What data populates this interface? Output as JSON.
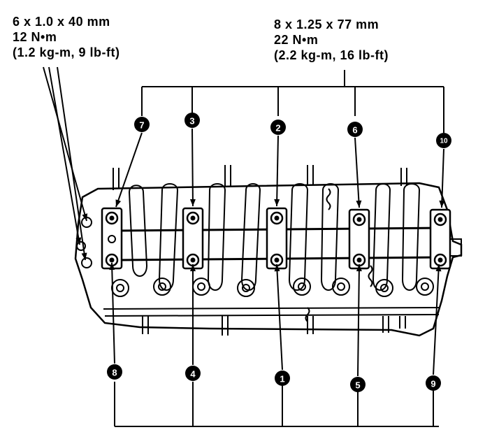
{
  "specs": {
    "small_bolt": {
      "size": "6 x 1.0 x 40 mm",
      "torque": "12 N•m",
      "torque_alt": "(1.2 kg-m, 9 lb-ft)"
    },
    "large_bolt": {
      "size": "8 x 1.25 x 77 mm",
      "torque": "22 N•m",
      "torque_alt": "(2.2 kg-m, 16 lb-ft)"
    }
  },
  "tightening_sequence": [
    "1",
    "2",
    "3",
    "4",
    "5",
    "6",
    "7",
    "8",
    "9",
    "10"
  ],
  "colors": {
    "ink": "#000000",
    "paper": "#ffffff"
  }
}
